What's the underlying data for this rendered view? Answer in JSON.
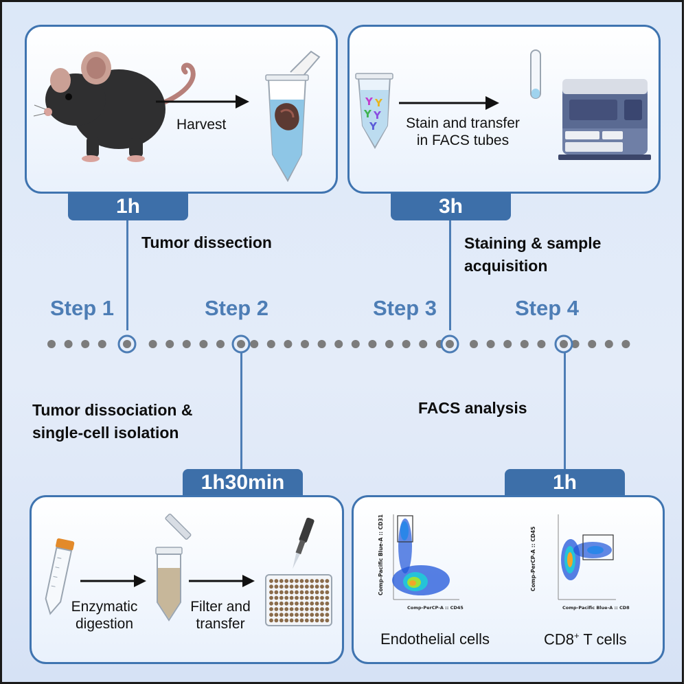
{
  "colors": {
    "accent": "#3d6fa9",
    "step_text": "#4d7db5",
    "dots": "#7c7c7c"
  },
  "panels": {
    "dissection": {
      "verb": "Harvest",
      "duration": "1h",
      "title": "Tumor dissection"
    },
    "staining": {
      "verb_line1": "Stain and transfer",
      "verb_line2": "in FACS tubes",
      "duration": "3h",
      "title_line1": "Staining & sample",
      "title_line2": "acquisition"
    },
    "dissociation": {
      "title_line1": "Tumor dissociation &",
      "title_line2": "single-cell isolation",
      "duration": "1h30min",
      "step_a_line1": "Enzymatic",
      "step_a_line2": "digestion",
      "step_b_line1": "Filter and",
      "step_b_line2": "transfer"
    },
    "analysis": {
      "title": "FACS analysis",
      "duration": "1h",
      "plot1": {
        "ylabel": "Comp-Pacific Blue-A :: CD31",
        "xlabel": "Comp-PerCP-A :: CD45",
        "caption": "Endothelial cells"
      },
      "plot2": {
        "ylabel": "Comp-PerCP-A :: CD45",
        "xlabel": "Comp-Pacific Blue-A :: CD8",
        "caption_main": "CD8",
        "caption_sup": "+",
        "caption_rest": " T cells"
      }
    }
  },
  "timeline": {
    "steps": [
      "Step 1",
      "Step 2",
      "Step 3",
      "Step 4"
    ]
  },
  "icons": [
    "mouse-icon",
    "tumor-tube-icon",
    "antibody-tube-icon",
    "facs-tube-icon",
    "flow-cytometer-icon",
    "falcon-tube-icon",
    "filter-tube-icon",
    "pipette-icon",
    "well-plate-icon"
  ]
}
